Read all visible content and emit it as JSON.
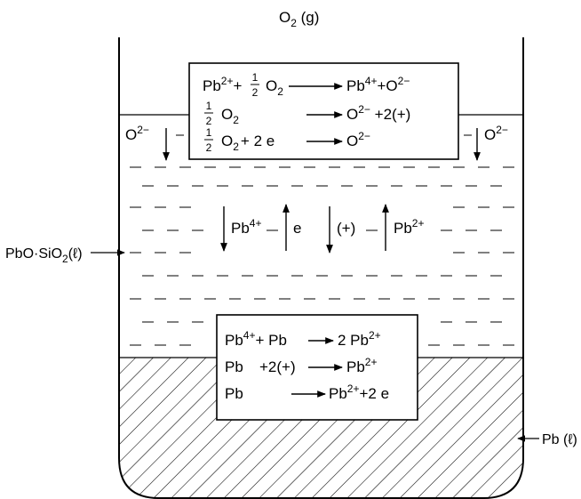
{
  "gas_label": {
    "base": "O",
    "sub": "2",
    "suffix": " (g)"
  },
  "top_box": {
    "line1": {
      "a": "Pb",
      "a_sup": "2+",
      "b": "+",
      "frac_num": "1",
      "frac_den": "2",
      "c": "O",
      "c_sub": "2",
      "d": "Pb",
      "d_sup": "4+",
      "e": "+O",
      "e_sup": "2−"
    },
    "line2": {
      "frac_num": "1",
      "frac_den": "2",
      "c": "O",
      "c_sub": "2",
      "d": "O",
      "d_sup": "2−",
      "e": " +2(+)"
    },
    "line3": {
      "frac_num": "1",
      "frac_den": "2",
      "c": "O",
      "c_sub": "2",
      "c_tail": "+ 2 e",
      "d": "O",
      "d_sup": "2−"
    }
  },
  "surface_left": {
    "base": "O",
    "sup": "2−"
  },
  "surface_right": {
    "base": "O",
    "sup": "2−"
  },
  "species": [
    {
      "base": "Pb",
      "sup": "4+",
      "direction": "down"
    },
    {
      "base": "e",
      "sup": "",
      "direction": "up"
    },
    {
      "base": "(+)",
      "sup": "",
      "direction": "down"
    },
    {
      "base": "Pb",
      "sup": "2+",
      "direction": "up"
    }
  ],
  "slag_label": {
    "a": "PbO·SiO",
    "sub": "2",
    "b": "(ℓ)"
  },
  "bottom_box": {
    "line1": {
      "a": "Pb",
      "a_sup": "4+",
      "b": "+ Pb",
      "c": "2 Pb",
      "c_sup": "2+"
    },
    "line2": {
      "a": "Pb",
      "b": "+2(+)",
      "c": "Pb",
      "c_sup": "2+"
    },
    "line3": {
      "a": "Pb",
      "c": "Pb",
      "c_sup": "2+",
      "c_tail": "+2 e"
    }
  },
  "metal_label": {
    "text": "Pb (ℓ)"
  }
}
